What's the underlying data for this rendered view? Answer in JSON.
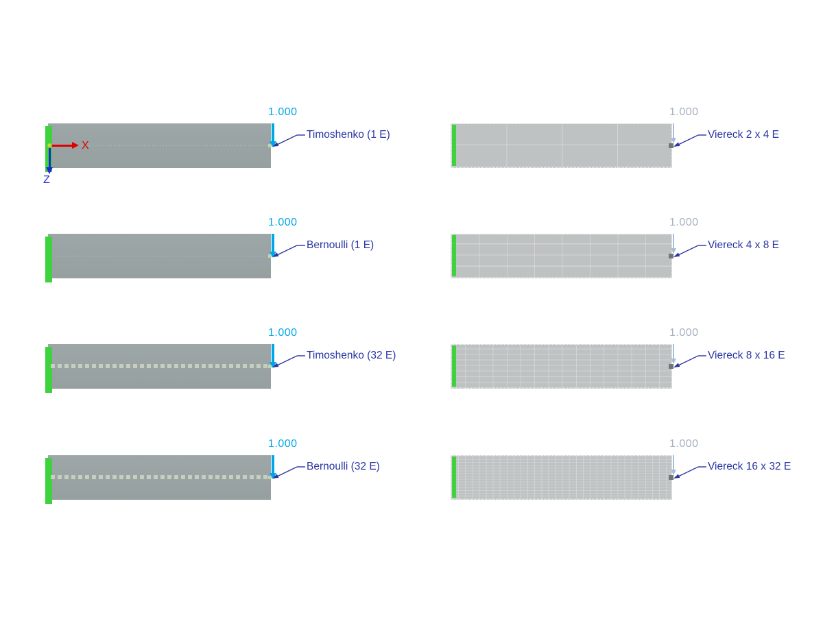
{
  "scene": {
    "load_value": "1.000",
    "axes": {
      "x_label": "X",
      "z_label": "Z"
    },
    "colors": {
      "member_fill": "#9aa3a3",
      "plate_fill": "#bec2c2",
      "support": "#3ed33e",
      "load_active": "#00a7e8",
      "load_inactive": "#a9bdd6",
      "annotation": "#2a35a2",
      "axis_x": "#e00000",
      "axis_z": "#2222dd"
    }
  },
  "models": [
    {
      "label": "Timoshenko (1 E)",
      "load": "1.000"
    },
    {
      "label": "Bernoulli (1 E)",
      "load": "1.000"
    },
    {
      "label": "Timoshenko (32 E)",
      "load": "1.000"
    },
    {
      "label": "Bernoulli (32 E)",
      "load": "1.000"
    },
    {
      "label": "Viereck 2 x 4 E",
      "load": "1.000"
    },
    {
      "label": "Viereck 4 x 8 E",
      "load": "1.000"
    },
    {
      "label": "Viereck 8 x 16 E",
      "load": "1.000"
    },
    {
      "label": "Viereck 16 x 32 E",
      "load": "1.000"
    }
  ]
}
